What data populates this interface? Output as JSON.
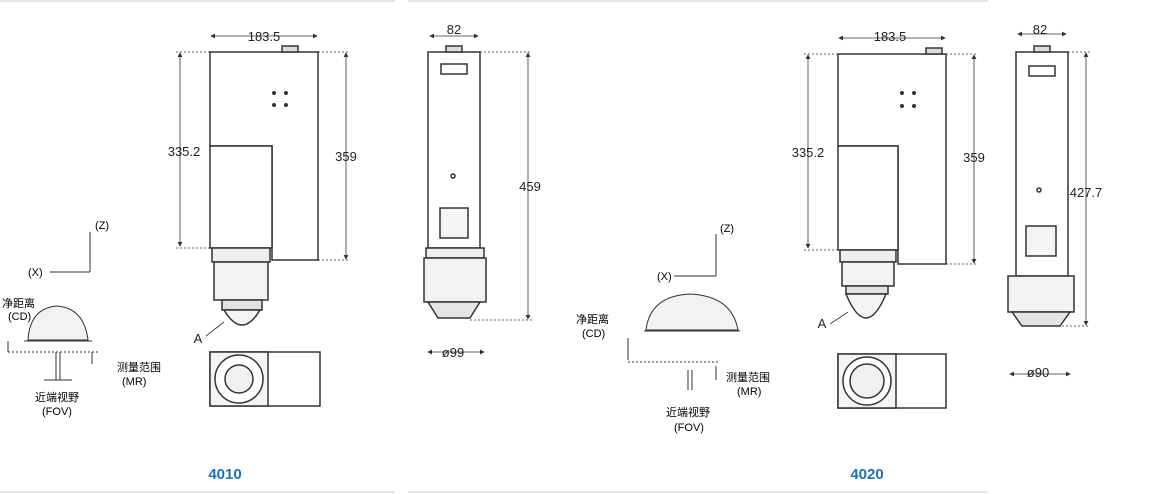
{
  "colors": {
    "accent": "#1e6fb8",
    "line": "#333333",
    "body_fill": "#ffffff",
    "cap_fill": "#ececec"
  },
  "models": [
    {
      "name": "4010",
      "front": {
        "width": "183.5",
        "height_left": "335.2",
        "height_right": "359",
        "marker": "A"
      },
      "side": {
        "width": "82",
        "height": "459",
        "diameter": "ø99"
      },
      "measurement": {
        "axis_z": "(Z)",
        "axis_x": "(X)",
        "cd_cn": "净距离",
        "cd_en": "(CD)",
        "mr_cn": "测量范围",
        "mr_en": "(MR)",
        "fov_cn": "近端视野",
        "fov_en": "(FOV)"
      }
    },
    {
      "name": "4020",
      "front": {
        "width": "183.5",
        "height_left": "335.2",
        "height_right": "359",
        "marker": "A"
      },
      "side": {
        "width": "82",
        "height": "427.7",
        "diameter": "ø90"
      },
      "measurement": {
        "axis_z": "(Z)",
        "axis_x": "(X)",
        "cd_cn": "净距离",
        "cd_en": "(CD)",
        "mr_cn": "测量范围",
        "mr_en": "(MR)",
        "fov_cn": "近端视野",
        "fov_en": "(FOV)"
      }
    }
  ]
}
